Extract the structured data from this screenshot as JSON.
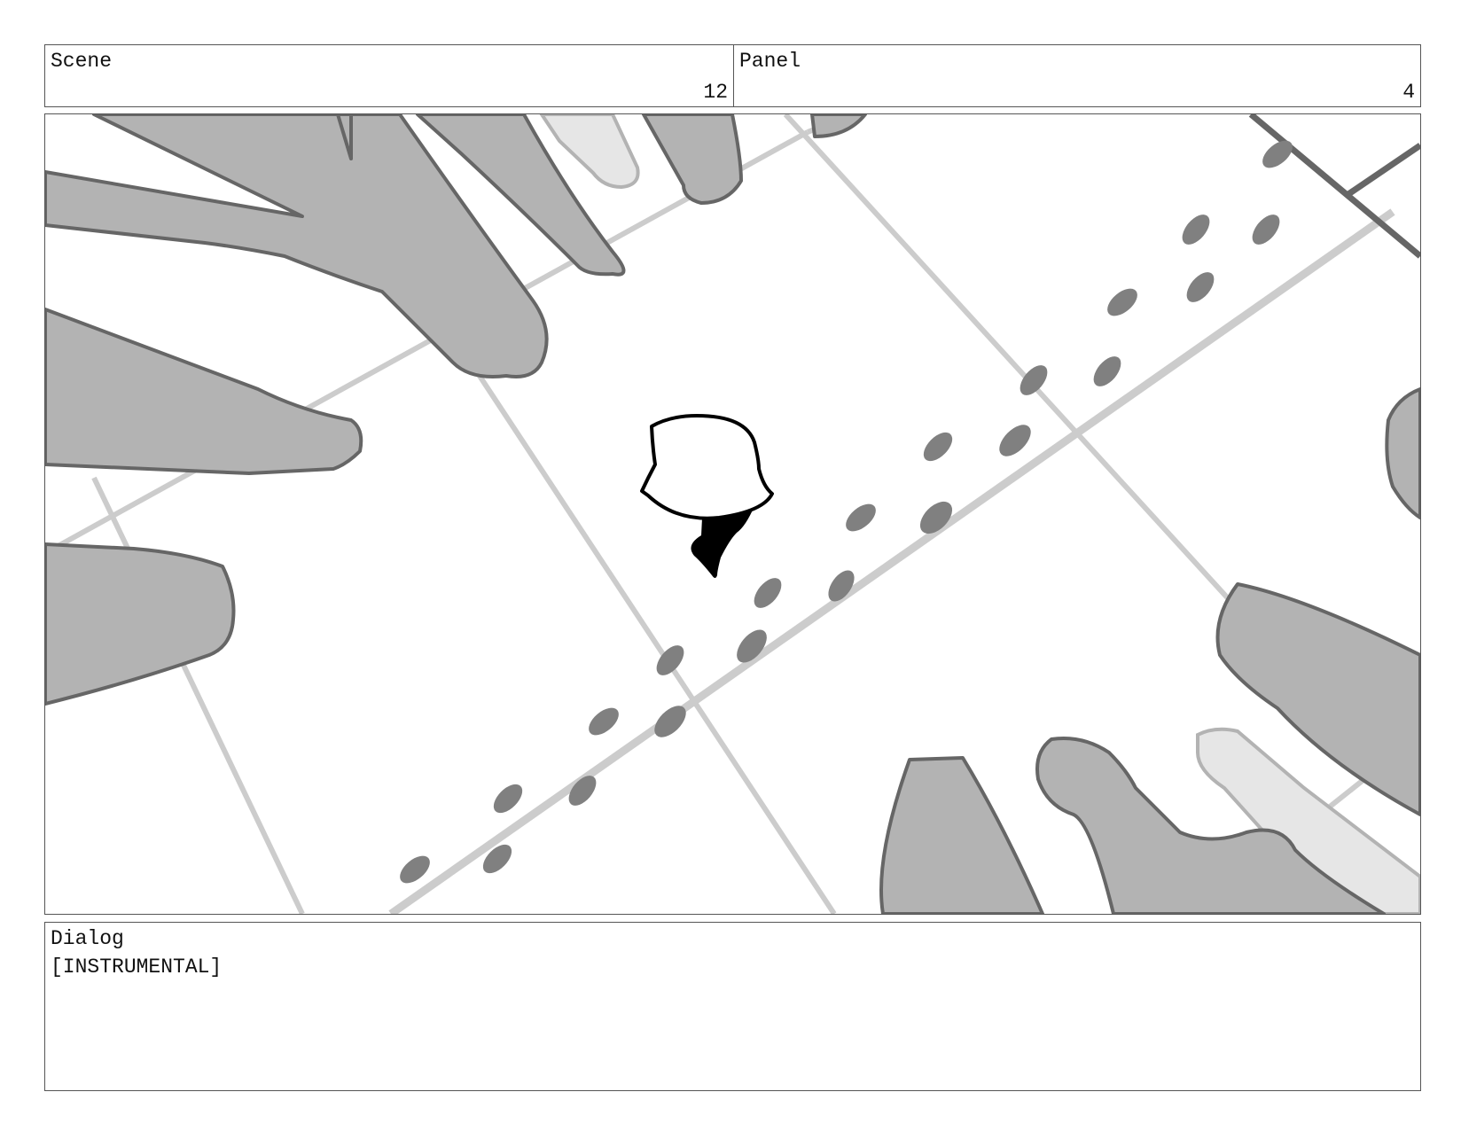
{
  "header": {
    "scene_label": "Scene",
    "scene_number": "12",
    "panel_label": "Panel",
    "panel_number": "4"
  },
  "dialog": {
    "label": "Dialog",
    "text": "[INSTRUMENTAL]"
  },
  "colors": {
    "frame_border": "#555555",
    "sketch_fill": "#b3b3b3",
    "sketch_stroke": "#666666",
    "light_fill": "#e6e6e6",
    "grid_line": "#cccccc",
    "footprint": "#808080",
    "character_ink": "#000000"
  }
}
